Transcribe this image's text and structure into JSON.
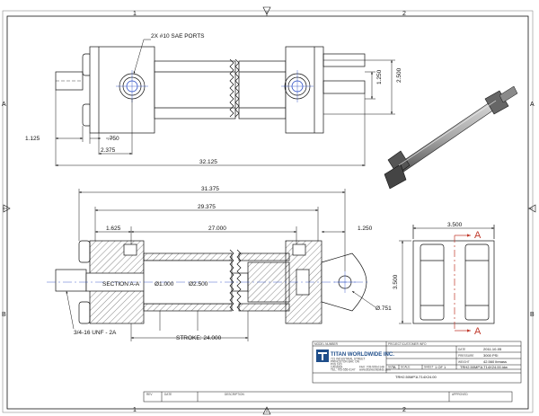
{
  "zones": {
    "columns": [
      "1",
      "2"
    ],
    "rows": [
      "A",
      "B"
    ]
  },
  "top_view": {
    "ports_note": "2X #10 SAE PORTS",
    "dims": {
      "overall_length": "32.125",
      "rod_extension": "1.125",
      "port_offset": ".750",
      "port_to_end": "2.375",
      "pin_spacing": "1.250",
      "overall_height": "2.500"
    }
  },
  "section_view": {
    "label": "SECTION A-A",
    "thread": "3/4-16 UNF - 2A",
    "dims": {
      "pin_to_rod": "31.375",
      "body_length": "29.375",
      "gland_length": "1.625",
      "tube_length": "27.000",
      "clevis_offset": "1.250",
      "rod_dia": "Ø1.000",
      "bore_dia": "Ø2.500",
      "pin_hole_dia": "Ø.751",
      "stroke": "STROKE: 24.000"
    }
  },
  "end_view": {
    "width": "3.500",
    "height": "3.500",
    "section_letter": "A"
  },
  "title_block": {
    "model_header": "MODEL NUMBER",
    "project_header": "PROJECT/CUSTOMER INFO",
    "company": "TITAN WORLDWIDE INC.",
    "address_lines": [
      "721 INDUSTRIAL STREET",
      "PRINCETON BAY, ON",
      "P0S 1K0",
      "CANADA",
      "TEL: 705-555-0147",
      "FAX: 705-555-0148",
      "www.titanworldwide.com"
    ],
    "fields": [
      {
        "label": "DATE",
        "value": "2011-10-05"
      },
      {
        "label": "PRESSURE",
        "value": "3000 PSI"
      },
      {
        "label": "WEIGHT",
        "value": "42.560 lbmass"
      }
    ],
    "size_label": "SIZE",
    "size_value": "A",
    "scale_label": "SCALE",
    "sheet_label": "SHEET",
    "sheet_value": "1 OF 1",
    "file_name": "TRH2.50MP1LT14X24.00.idw",
    "part_number": "TRH2.50MP1LT14X24.00"
  },
  "revision_header": [
    "REV",
    "DATE",
    "DESCRIPTION",
    "APPROVED"
  ]
}
